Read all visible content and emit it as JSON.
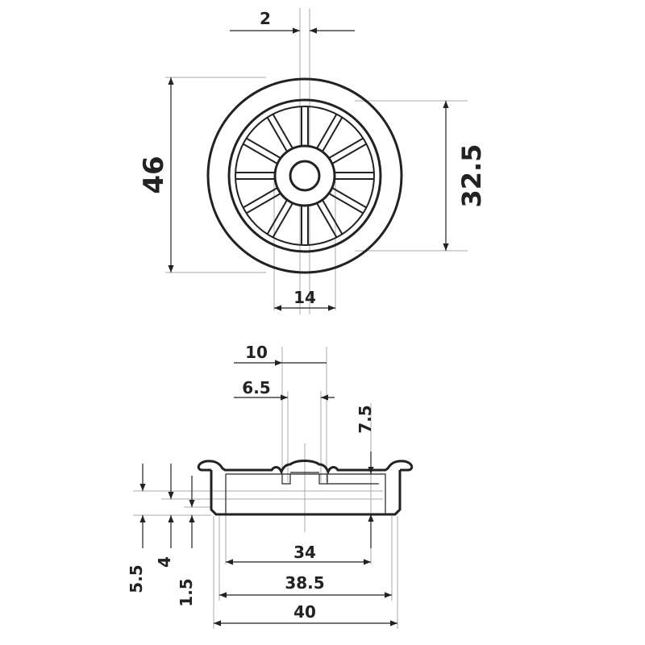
{
  "title": "Wheel technical drawing",
  "top_view": {
    "dimensions": {
      "hole_offset": "2",
      "outer_diameter": "46",
      "rim_diameter": "32.5",
      "hub_diameter": "14"
    },
    "spoke_count": 12
  },
  "section_view": {
    "dimensions": {
      "groove_spacing": "10",
      "groove_inner": "6.5",
      "depth_top": "7.5",
      "height_total": "5.5",
      "height_mid": "4",
      "height_base": "1.5",
      "inner_width": "34",
      "rim_width": "38.5",
      "outer_width": "40"
    }
  },
  "colors": {
    "line": "#222222",
    "extension": "#aaaaaa"
  }
}
